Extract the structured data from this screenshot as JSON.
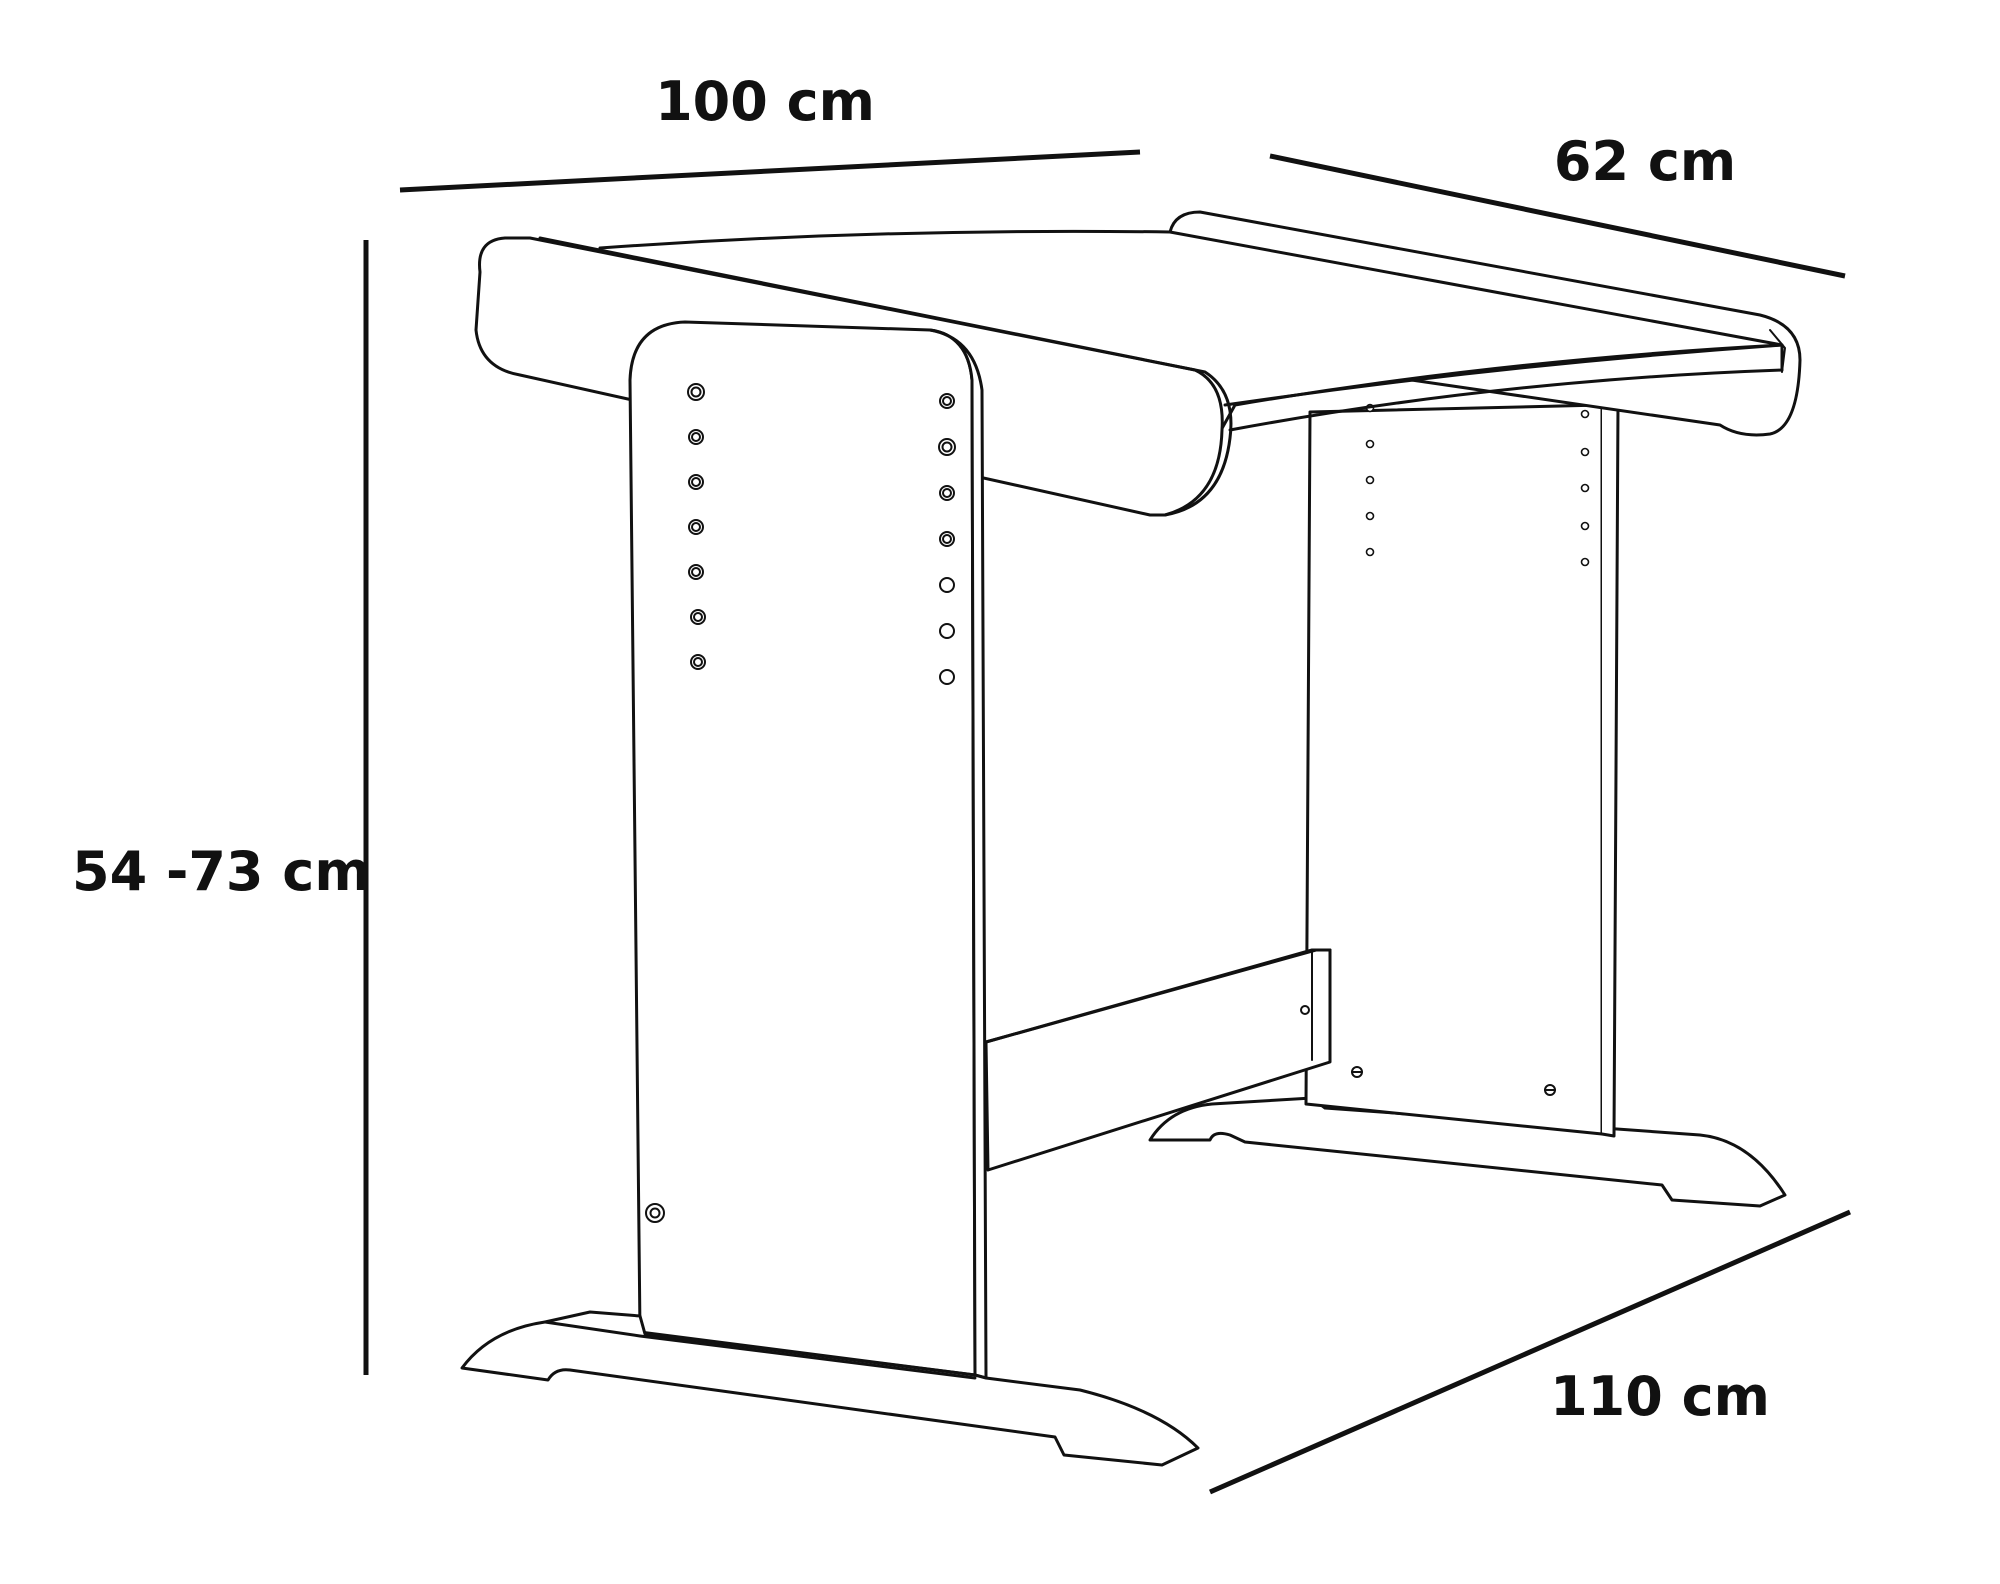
{
  "dimensions": {
    "width_label": "100 cm",
    "depth_label": "62 cm",
    "height_label": "54 -73 cm",
    "base_length_label": "110 cm"
  },
  "colors": {
    "line": "#111111",
    "background": "#ffffff"
  }
}
